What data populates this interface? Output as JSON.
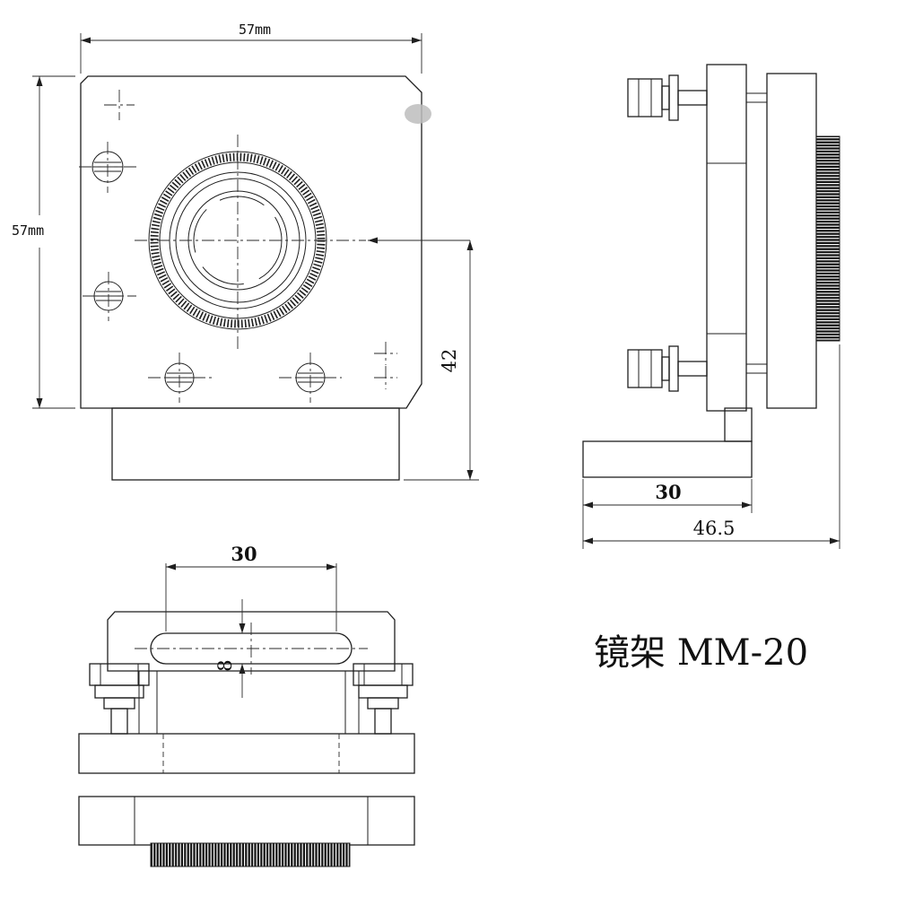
{
  "title": "镜架 MM-20",
  "dimensions": {
    "front_width": "57mm",
    "front_height": "57mm",
    "center_to_base": "42",
    "bracket_depth": "30",
    "total_depth": "46.5",
    "slot_length": "30",
    "slot_width": "8"
  }
}
